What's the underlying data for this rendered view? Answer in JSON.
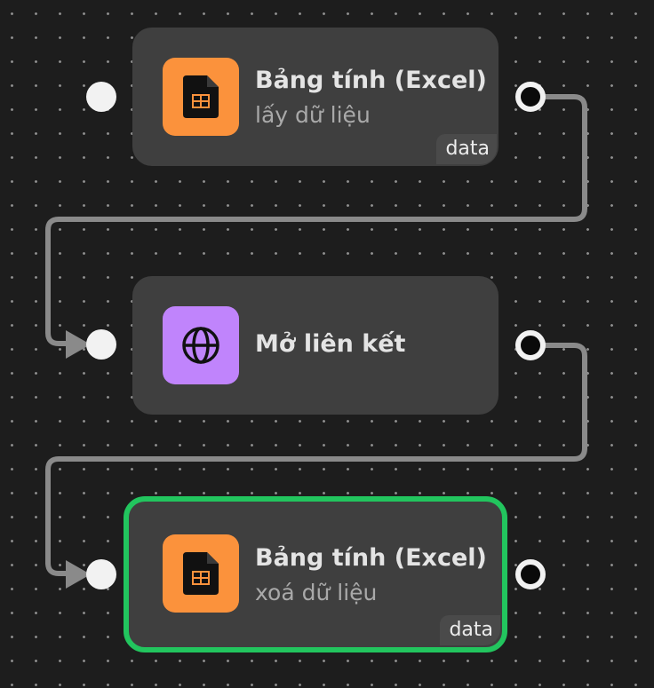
{
  "workflow": {
    "nodes": [
      {
        "title": "Bảng tính (Excel)",
        "subtitle": "lấy dữ liệu",
        "badge": "data",
        "icon": "spreadsheet-icon",
        "icon_color": "#fb923c",
        "selected": false
      },
      {
        "title": "Mở liên kết",
        "subtitle": "",
        "badge": "",
        "icon": "globe-icon",
        "icon_color": "#c084fc",
        "selected": false
      },
      {
        "title": "Bảng tính (Excel)",
        "subtitle": "xoá dữ liệu",
        "badge": "data",
        "icon": "spreadsheet-icon",
        "icon_color": "#fb923c",
        "selected": true
      }
    ],
    "colors": {
      "canvas_bg": "#1d1d1d",
      "node_bg": "#3f3f3f",
      "edge": "#8a8a8a",
      "selected_border": "#22c55e"
    }
  }
}
